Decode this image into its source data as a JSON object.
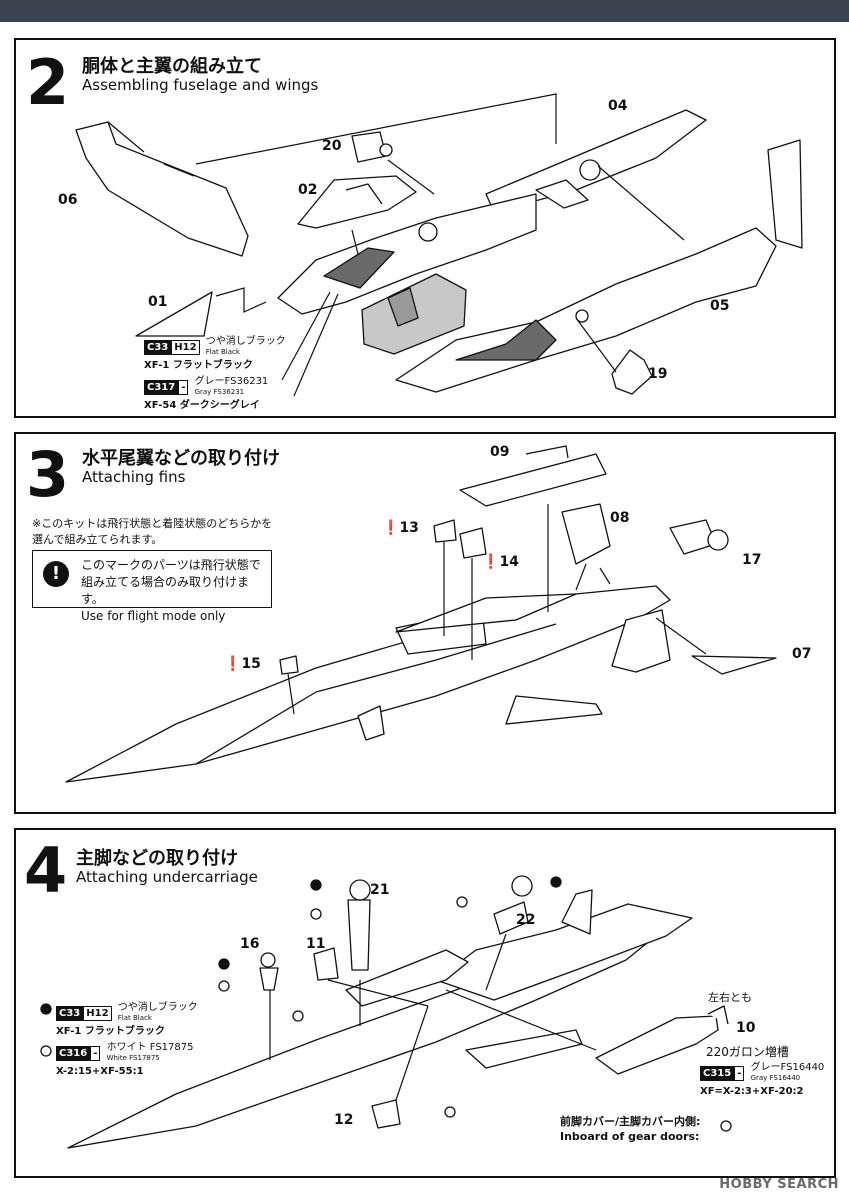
{
  "steps": [
    {
      "number": "2",
      "title_jp": "胴体と主翼の組み立て",
      "title_en": "Assembling fuselage and wings",
      "parts": [
        "04",
        "20",
        "02",
        "06",
        "01",
        "05",
        "19"
      ],
      "paints": [
        {
          "code": "C33",
          "hcode": "H12",
          "name_jp": "つや消しブラック",
          "name_en": "Flat Black",
          "mix": "XF-1 フラットブラック"
        },
        {
          "code": "C317",
          "hcode": "-",
          "name_jp": "グレーFS36231",
          "name_en": "Gray FS36231",
          "mix": "XF-54 ダークシーグレイ"
        }
      ]
    },
    {
      "number": "3",
      "title_jp": "水平尾翼などの取り付け",
      "title_en": "Attaching fins",
      "note_line1": "※このキットは飛行状態と着陸状態のどちらかを",
      "note_line2": "選んで組み立てられます。",
      "box_jp_1": "このマークのパーツは飛行状態で",
      "box_jp_2": "組み立てる場合のみ取り付けます。",
      "box_en": "Use for flight mode only",
      "warn_mark": "!",
      "parts": [
        "09",
        "13",
        "14",
        "08",
        "17",
        "15",
        "07"
      ]
    },
    {
      "number": "4",
      "title_jp": "主脚などの取り付け",
      "title_en": "Attaching undercarriage",
      "parts": [
        "21",
        "22",
        "16",
        "11",
        "10",
        "12"
      ],
      "both_sides": "左右とも",
      "tank": "220ガロン増槽",
      "paints": [
        {
          "code": "C33",
          "hcode": "H12",
          "name_jp": "つや消しブラック",
          "name_en": "Flat Black",
          "mix": "XF-1 フラットブラック"
        },
        {
          "code": "C316",
          "hcode": "-",
          "name_jp": "ホワイト FS17875",
          "name_en": "White FS17875",
          "mix": "X-2:15+XF-55:1"
        },
        {
          "code": "C315",
          "hcode": "-",
          "name_jp": "グレーFS16440",
          "name_en": "Gray FS16440",
          "mix": "XF=X-2:3+XF-20:2"
        }
      ],
      "gear_door_jp": "前脚カバー/主脚カバー内側:",
      "gear_door_en": "Inboard of gear doors:"
    }
  ],
  "watermark": "HOBBY SEARCH"
}
